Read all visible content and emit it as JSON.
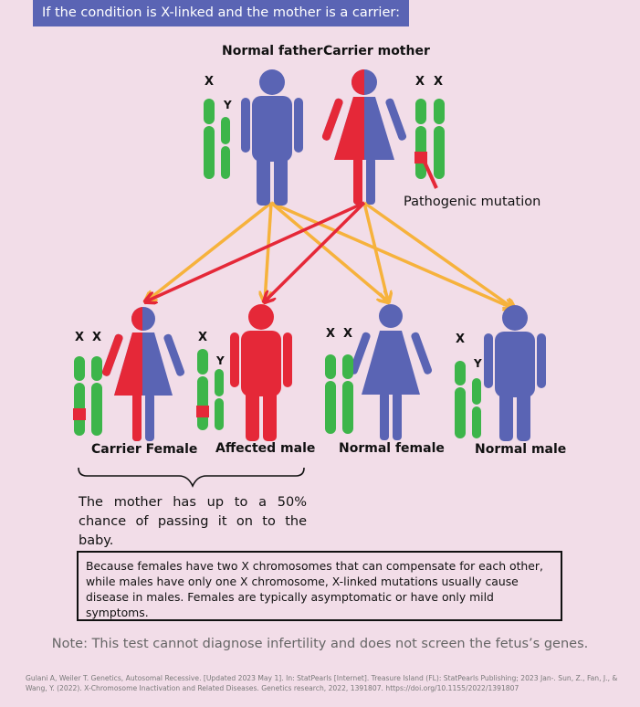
{
  "banner": "If the condition is X-linked and the mother is a carrier:",
  "parents": {
    "father_label": "Normal father",
    "mother_label": "Carrier mother",
    "father_chromosomes": [
      "X",
      "Y"
    ],
    "mother_chromosomes": [
      "X",
      "X"
    ],
    "mutation_label": "Pathogenic mutation"
  },
  "children": [
    {
      "label": "Carrier Female",
      "chromosomes": [
        "X",
        "X"
      ]
    },
    {
      "label": "Affected male",
      "chromosomes": [
        "X",
        "Y"
      ]
    },
    {
      "label": "Normal female",
      "chromosomes": [
        "X",
        "X"
      ]
    },
    {
      "label": "Normal male",
      "chromosomes": [
        "X",
        "Y"
      ]
    }
  ],
  "chance_text": "The mother has up to a 50% chance of passing it on to the baby.",
  "info_text": "Because females have two X chromosomes that can compensate for each other, while males have only one X chromosome, X-linked mutations usually cause disease in males. Females are typically asymptomatic or have only mild symptoms.",
  "note": "Note: This test cannot diagnose infertility and does not screen the fetus’s genes.",
  "citation": "Gulani A, Weiler T. Genetics, Autosomal Recessive. [Updated 2023 May 1]. In: StatPearls [Internet]. Treasure Island (FL): StatPearls Publishing; 2023 Jan-. Sun, Z., Fan, J., & Wang, Y. (2022). X-Chromosome Inactivation and Related Diseases. Genetics research, 2022, 1391807. https://doi.org/10.1155/2022/1391807",
  "colors": {
    "normal": "#5a64b4",
    "affected": "#e52838",
    "chromosome": "#3db54a",
    "father_arrow": "#f6b23c",
    "mother_arrow": "#e52838",
    "background": "#f2dde8"
  }
}
